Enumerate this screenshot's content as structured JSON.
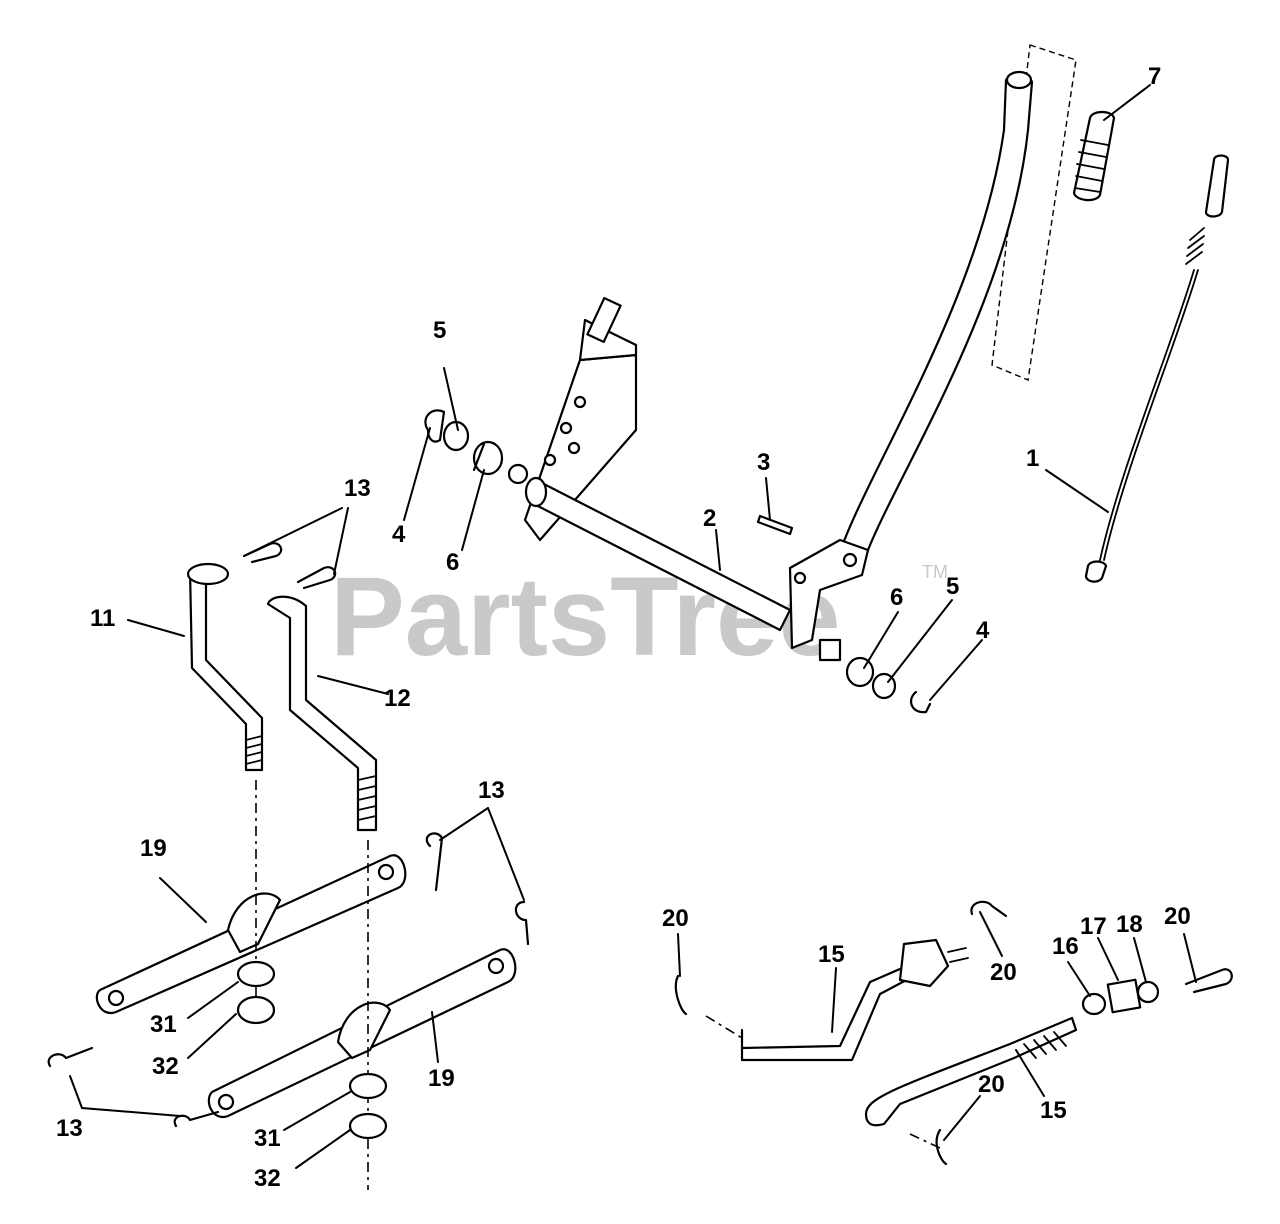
{
  "watermark": {
    "text": "PartsTree",
    "trademark": "TM"
  },
  "callouts": [
    {
      "id": "c7",
      "label": "7"
    },
    {
      "id": "c5a",
      "label": "5"
    },
    {
      "id": "c4a",
      "label": "4"
    },
    {
      "id": "c6a",
      "label": "6"
    },
    {
      "id": "c3",
      "label": "3"
    },
    {
      "id": "c2",
      "label": "2"
    },
    {
      "id": "c1",
      "label": "1"
    },
    {
      "id": "c13a",
      "label": "13"
    },
    {
      "id": "c11",
      "label": "11"
    },
    {
      "id": "c12",
      "label": "12"
    },
    {
      "id": "c6b",
      "label": "6"
    },
    {
      "id": "c5b",
      "label": "5"
    },
    {
      "id": "c4b",
      "label": "4"
    },
    {
      "id": "c13b",
      "label": "13"
    },
    {
      "id": "c19a",
      "label": "19"
    },
    {
      "id": "c31a",
      "label": "31"
    },
    {
      "id": "c32a",
      "label": "32"
    },
    {
      "id": "c19b",
      "label": "19"
    },
    {
      "id": "c13c",
      "label": "13"
    },
    {
      "id": "c31b",
      "label": "31"
    },
    {
      "id": "c32b",
      "label": "32"
    },
    {
      "id": "c20a",
      "label": "20"
    },
    {
      "id": "c15a",
      "label": "15"
    },
    {
      "id": "c20b",
      "label": "20"
    },
    {
      "id": "c16",
      "label": "16"
    },
    {
      "id": "c17",
      "label": "17"
    },
    {
      "id": "c18",
      "label": "18"
    },
    {
      "id": "c20c",
      "label": "20"
    },
    {
      "id": "c15b",
      "label": "15"
    },
    {
      "id": "c20d",
      "label": "20"
    }
  ]
}
